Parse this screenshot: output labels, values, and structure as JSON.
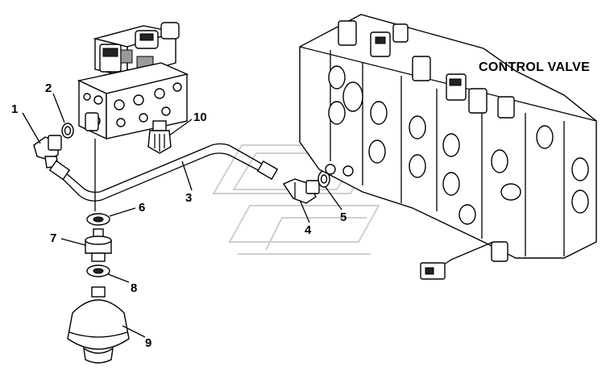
{
  "diagram": {
    "title": "CONTROL VALVE",
    "callouts": [
      "1",
      "2",
      "3",
      "4",
      "5",
      "6",
      "7",
      "8",
      "9",
      "10"
    ]
  }
}
